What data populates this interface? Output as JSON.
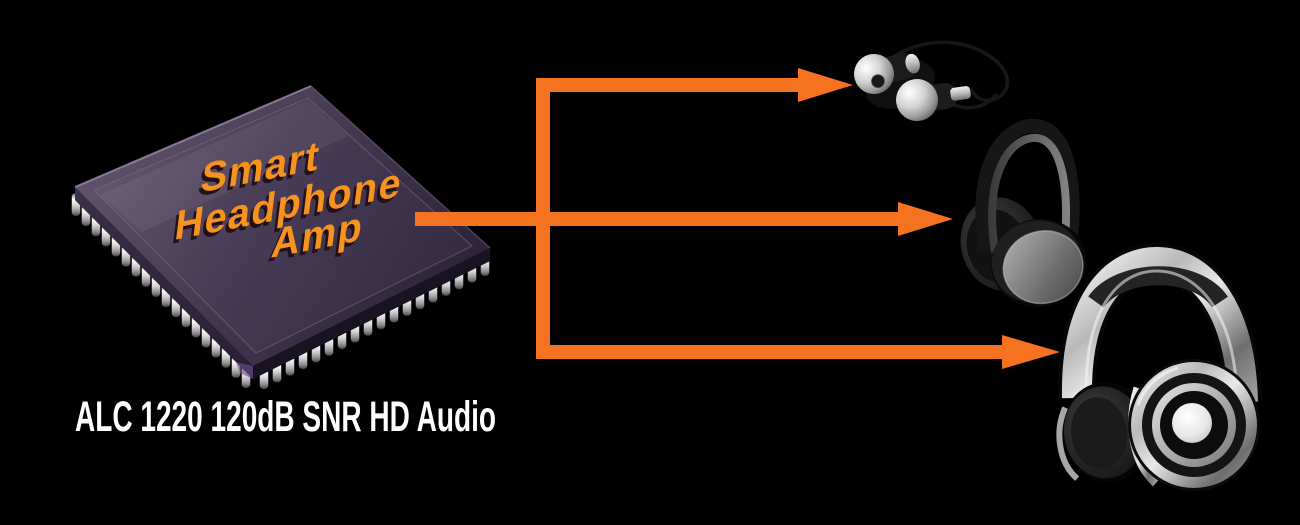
{
  "diagram": {
    "chip": {
      "label": {
        "line1": "Smart",
        "line2": "Headphone",
        "line3": "Amp"
      }
    },
    "caption": "ALC 1220 120dB SNR HD Audio",
    "outputs": [
      {
        "id": "earbuds-icon"
      },
      {
        "id": "on-ear-headphones-icon"
      },
      {
        "id": "over-ear-headphones-icon"
      }
    ]
  },
  "colors": {
    "background": "#000000",
    "arrow_orange": "#F47220",
    "chip_face_purple": "#4A3E55",
    "chip_label_orange": "#F6921E",
    "caption_white": "#FFFFFF"
  }
}
